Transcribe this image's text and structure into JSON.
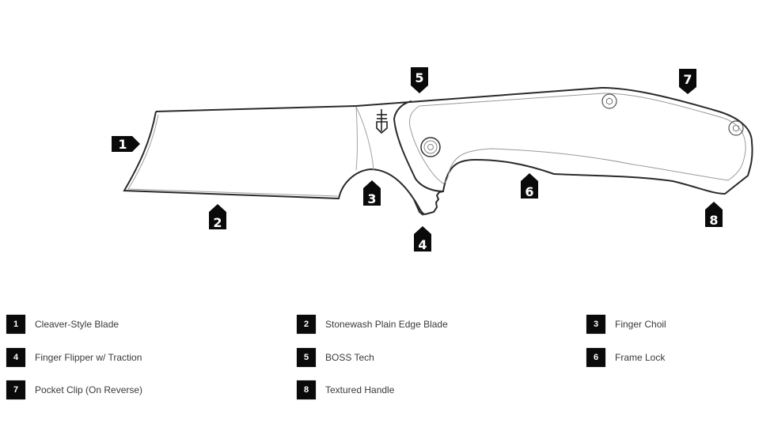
{
  "diagram": {
    "title": "Knife feature callouts",
    "callouts": [
      {
        "number": "1",
        "label": "Cleaver-Style Blade"
      },
      {
        "number": "2",
        "label": "Stonewash Plain Edge Blade"
      },
      {
        "number": "3",
        "label": "Finger Choil"
      },
      {
        "number": "4",
        "label": "Finger Flipper w/ Traction"
      },
      {
        "number": "5",
        "label": "BOSS Tech"
      },
      {
        "number": "6",
        "label": "Frame Lock"
      },
      {
        "number": "7",
        "label": "Pocket Clip (On Reverse)"
      },
      {
        "number": "8",
        "label": "Textured Handle"
      }
    ]
  },
  "colors": {
    "badge": "#0a0a0a",
    "outline": "#2a2a2a",
    "inner_line": "#9a9a9a",
    "text": "#3a3a3a"
  }
}
